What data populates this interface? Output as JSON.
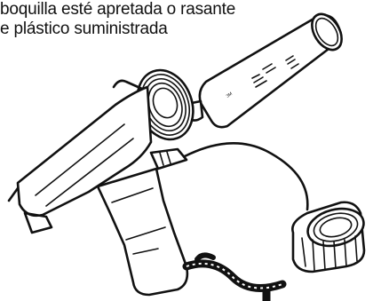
{
  "caption": {
    "line1": "boquilla esté apretada o rasante",
    "line2": "e plástico  suministrada"
  },
  "tube": {
    "brand_mark": "3M"
  },
  "colors": {
    "ink": "#111111",
    "background": "#ffffff"
  },
  "icons": [
    "arrow-icon"
  ]
}
